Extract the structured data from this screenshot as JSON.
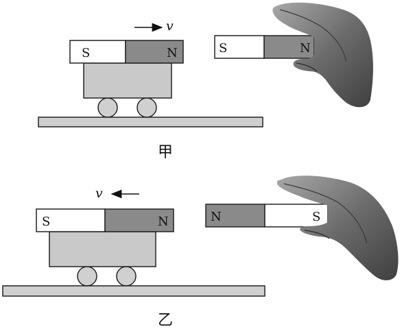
{
  "panels": [
    {
      "caption": "甲",
      "velocity": {
        "symbol": "v",
        "direction": "right"
      },
      "cart_magnet": {
        "left_pole": "S",
        "right_pole": "N"
      },
      "hand_magnet": {
        "left_pole": "S",
        "right_pole": "N"
      }
    },
    {
      "caption": "乙",
      "velocity": {
        "symbol": "v",
        "direction": "left"
      },
      "cart_magnet": {
        "left_pole": "S",
        "right_pole": "N"
      },
      "hand_magnet": {
        "left_pole": "N",
        "right_pole": "S"
      }
    }
  ],
  "colors": {
    "magnet_dark": "#8a8a8a",
    "magnet_light": "#ffffff",
    "cart_body": "#c9c9c9",
    "wheel": "#d0d0d0",
    "track": "#cfcfcf",
    "hand": "#7a7a7a"
  }
}
